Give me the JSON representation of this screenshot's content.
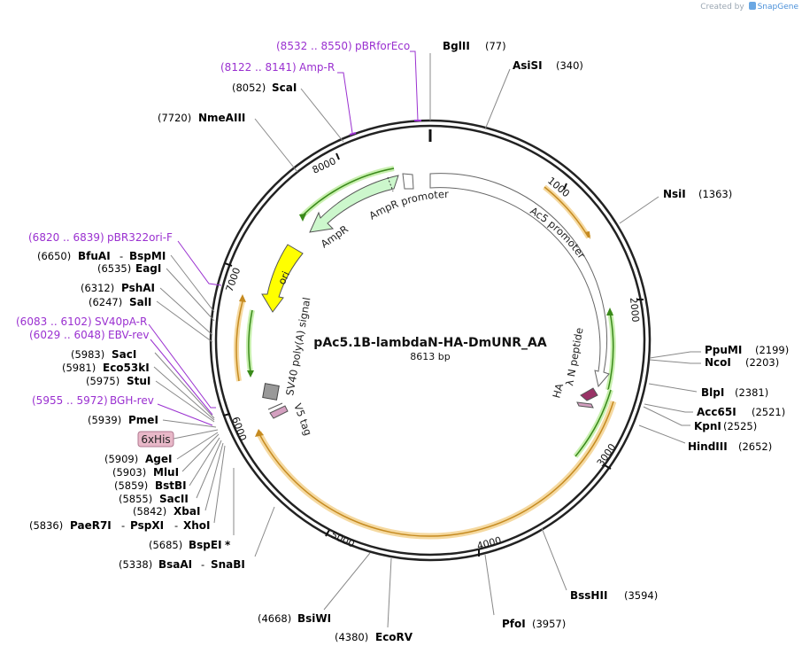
{
  "credit": {
    "prefix": "Created by",
    "brand": "SnapGene"
  },
  "plasmid": {
    "name": "pAc5.1B-lambdaN-HA-DmUNR_AA",
    "size": "8613 bp"
  },
  "ticks": [
    "1000",
    "2000",
    "3000",
    "4000",
    "5000",
    "6000",
    "7000",
    "8000"
  ],
  "features": [
    {
      "label": "AmpR promoter",
      "color": "#ffffff"
    },
    {
      "label": "AmpR",
      "color": "#ccf7cc"
    },
    {
      "label": "Ac5 promoter",
      "color": "#ffffff"
    },
    {
      "label": "λ N peptide",
      "color": "#993366"
    },
    {
      "label": "HA",
      "color": "#d4a0c0"
    },
    {
      "label": "ori",
      "color": "#ffff00"
    },
    {
      "label": "SV40 poly(A) signal",
      "color": "#999999"
    },
    {
      "label": "V5 tag",
      "color": "#d4a0c0"
    }
  ],
  "tag": "6xHis",
  "primers": [
    {
      "range": "(8532 .. 8550)",
      "name": "pBRforEco"
    },
    {
      "range": "(8122 .. 8141)",
      "name": "Amp-R"
    },
    {
      "range": "(6820 .. 6839)",
      "name": "pBR322ori-F"
    },
    {
      "range": "(6083 .. 6102)",
      "name": "SV40pA-R"
    },
    {
      "range": "(6029 .. 6048)",
      "name": "EBV-rev"
    },
    {
      "range": "(5955 .. 5972)",
      "name": "BGH-rev"
    }
  ],
  "enzymes_right": [
    {
      "name": "BglII",
      "pos": "(77)"
    },
    {
      "name": "AsiSI",
      "pos": "(340)"
    },
    {
      "name": "NsiI",
      "pos": "(1363)"
    },
    {
      "name": "PpuMI",
      "pos": "(2199)"
    },
    {
      "name": "NcoI",
      "pos": "(2203)"
    },
    {
      "name": "BlpI",
      "pos": "(2381)"
    },
    {
      "name": "Acc65I",
      "pos": "(2521)"
    },
    {
      "name": "KpnI",
      "pos": "(2525)"
    },
    {
      "name": "HindIII",
      "pos": "(2652)"
    },
    {
      "name": "BssHII",
      "pos": "(3594)"
    },
    {
      "name": "PfoI",
      "pos": "(3957)"
    },
    {
      "name": "EcoRV",
      "pos": "(4380)"
    },
    {
      "name": "BsiWI",
      "pos": "(4668)"
    }
  ],
  "enzymes_left": [
    {
      "pos": "(8052)",
      "name": "ScaI"
    },
    {
      "pos": "(7720)",
      "name": "NmeAIII"
    },
    {
      "pos": "(6650)",
      "name": "BfuAI",
      "sep": "-",
      "name2": "BspMI"
    },
    {
      "pos": "(6535)",
      "name": "EagI"
    },
    {
      "pos": "(6312)",
      "name": "PshAI"
    },
    {
      "pos": "(6247)",
      "name": "SalI"
    },
    {
      "pos": "(5983)",
      "name": "SacI"
    },
    {
      "pos": "(5981)",
      "name": "Eco53kI"
    },
    {
      "pos": "(5975)",
      "name": "StuI"
    },
    {
      "pos": "(5939)",
      "name": "PmeI"
    },
    {
      "pos": "(5909)",
      "name": "AgeI"
    },
    {
      "pos": "(5903)",
      "name": "MluI"
    },
    {
      "pos": "(5859)",
      "name": "BstBI"
    },
    {
      "pos": "(5855)",
      "name": "SacII"
    },
    {
      "pos": "(5842)",
      "name": "XbaI"
    },
    {
      "pos": "(5836)",
      "name": "PaeR7I",
      "sep": "-",
      "name2": "PspXI",
      "sep2": "-",
      "name3": "XhoI"
    },
    {
      "pos": "(5685)",
      "name": "BspEI",
      "mark": "*"
    },
    {
      "pos": "(5338)",
      "name": "BsaAI",
      "sep": "-",
      "name2": "SnaBI"
    }
  ]
}
